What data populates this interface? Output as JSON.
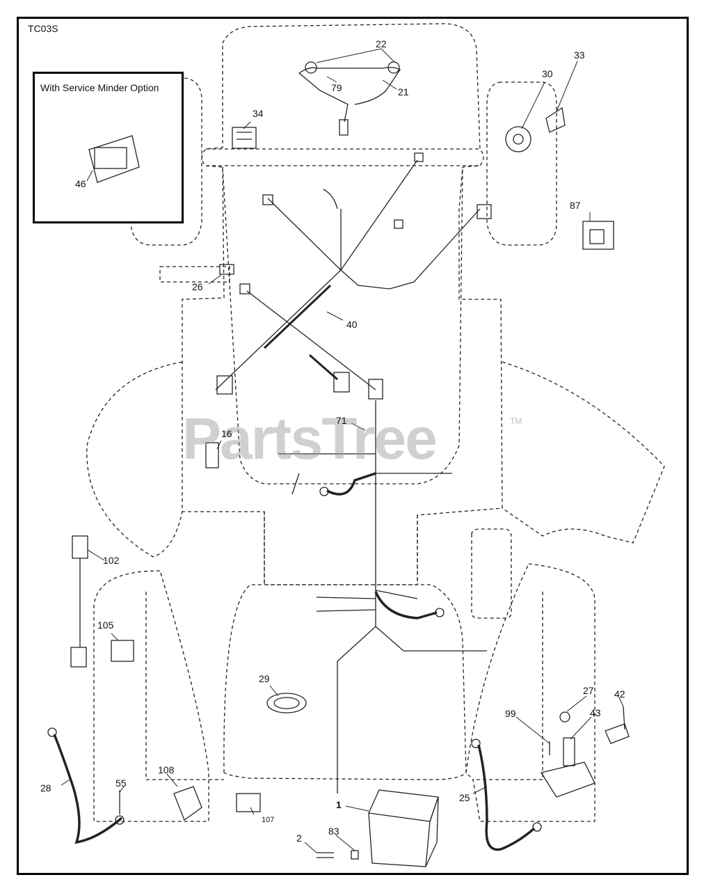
{
  "diagram": {
    "code": "TC03S",
    "inset_title": "With Service Minder Option",
    "watermark": "PartsTree",
    "watermark_mark": "TM"
  },
  "callouts": {
    "p1": "1",
    "p2": "2",
    "p16": "16",
    "p21": "21",
    "p22": "22",
    "p25": "25",
    "p26": "26",
    "p27": "27",
    "p28": "28",
    "p29": "29",
    "p30": "30",
    "p33": "33",
    "p34": "34",
    "p40": "40",
    "p42": "42",
    "p43": "43",
    "p46": "46",
    "p55": "55",
    "p71": "71",
    "p79": "79",
    "p83": "83",
    "p87": "87",
    "p99": "99",
    "p102": "102",
    "p105": "105",
    "p107": "107",
    "p108": "108"
  }
}
